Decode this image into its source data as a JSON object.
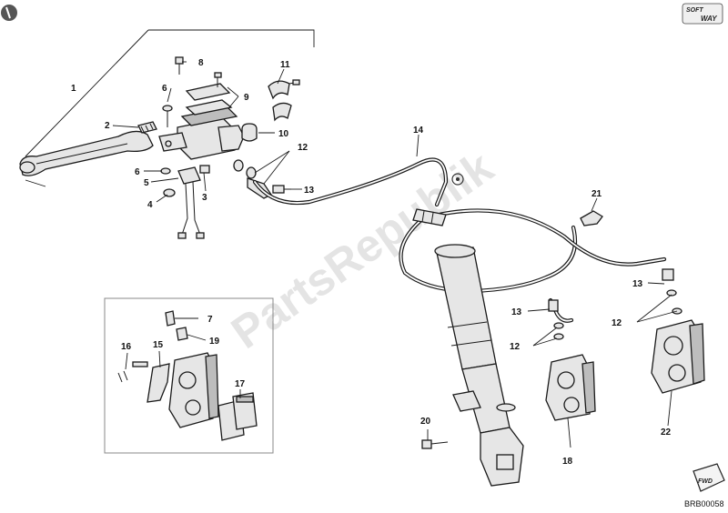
{
  "diagram": {
    "reference_code": "BRB00058",
    "watermark": "PartsRepublik",
    "brand_badge": {
      "line1": "SOFT",
      "line2": "WAY"
    },
    "direction_badge": "FWD",
    "callouts": {
      "c1": "1",
      "c2": "2",
      "c3": "3",
      "c4": "4",
      "c5": "5",
      "c6a": "6",
      "c6b": "6",
      "c7": "7",
      "c8": "8",
      "c9": "9",
      "c10": "10",
      "c11": "11",
      "c12a": "12",
      "c12b": "12",
      "c12c": "12",
      "c13a": "13",
      "c13b": "13",
      "c13c": "13",
      "c14": "14",
      "c15": "15",
      "c16": "16",
      "c17": "17",
      "c18": "18",
      "c19": "19",
      "c20": "20",
      "c21": "21",
      "c22": "22"
    },
    "accent_color": "#1a1a1a"
  }
}
